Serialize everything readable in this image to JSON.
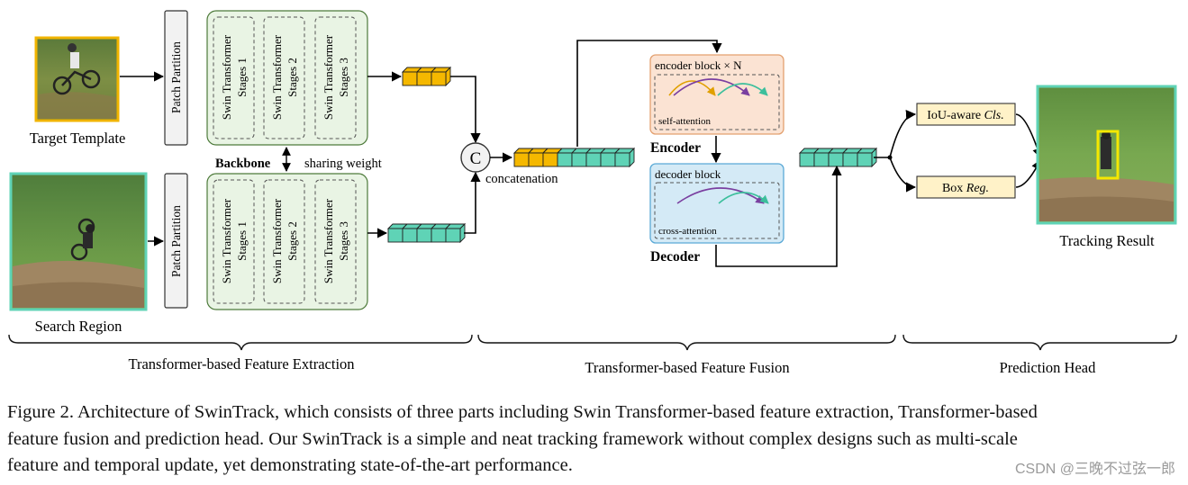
{
  "diagram": {
    "inputs": {
      "template_label": "Target Template",
      "search_label": "Search Region"
    },
    "patch_partition_label": "Patch Partition",
    "stages": [
      {
        "line1": "Swin Transformer",
        "line2": "Stages 1"
      },
      {
        "line1": "Swin Transformer",
        "line2": "Stages 2"
      },
      {
        "line1": "Swin Transformer",
        "line2": "Stages 3"
      }
    ],
    "backbone_label": "Backbone",
    "sharing_label": "sharing weight",
    "concat_symbol": "C",
    "concat_label": "concatenation",
    "encoder": {
      "block_label": "encoder block × N",
      "attn_label": "self-attention",
      "title": "Encoder"
    },
    "decoder": {
      "block_label": "decoder block",
      "attn_label": "cross-attention",
      "title": "Decoder"
    },
    "head": {
      "cls_prefix": "IoU-aware ",
      "cls_italic": "Cls.",
      "reg_prefix": "Box ",
      "reg_italic": "Reg."
    },
    "output_label": "Tracking Result",
    "sections": [
      "Transformer-based Feature Extraction",
      "Transformer-based Feature Fusion",
      "Prediction Head"
    ],
    "colors": {
      "token_template": "#f5b800",
      "token_search": "#5fd3b6",
      "encoder_bg": "#fbe3d3",
      "decoder_bg": "#d4eaf6",
      "head_bg": "#fff2c8",
      "stage_bg": "#e9f4e4"
    }
  },
  "caption": {
    "line1": "Figure 2. Architecture of SwinTrack, which consists of three parts including Swin Transformer-based feature extraction, Transformer-based",
    "line2": "feature fusion and prediction head. Our SwinTrack is a simple and neat tracking framework without complex designs such as multi-scale",
    "line3": "feature and temporal update, yet demonstrating state-of-the-art performance."
  },
  "watermark": "CSDN @三晚不过弦一郎"
}
